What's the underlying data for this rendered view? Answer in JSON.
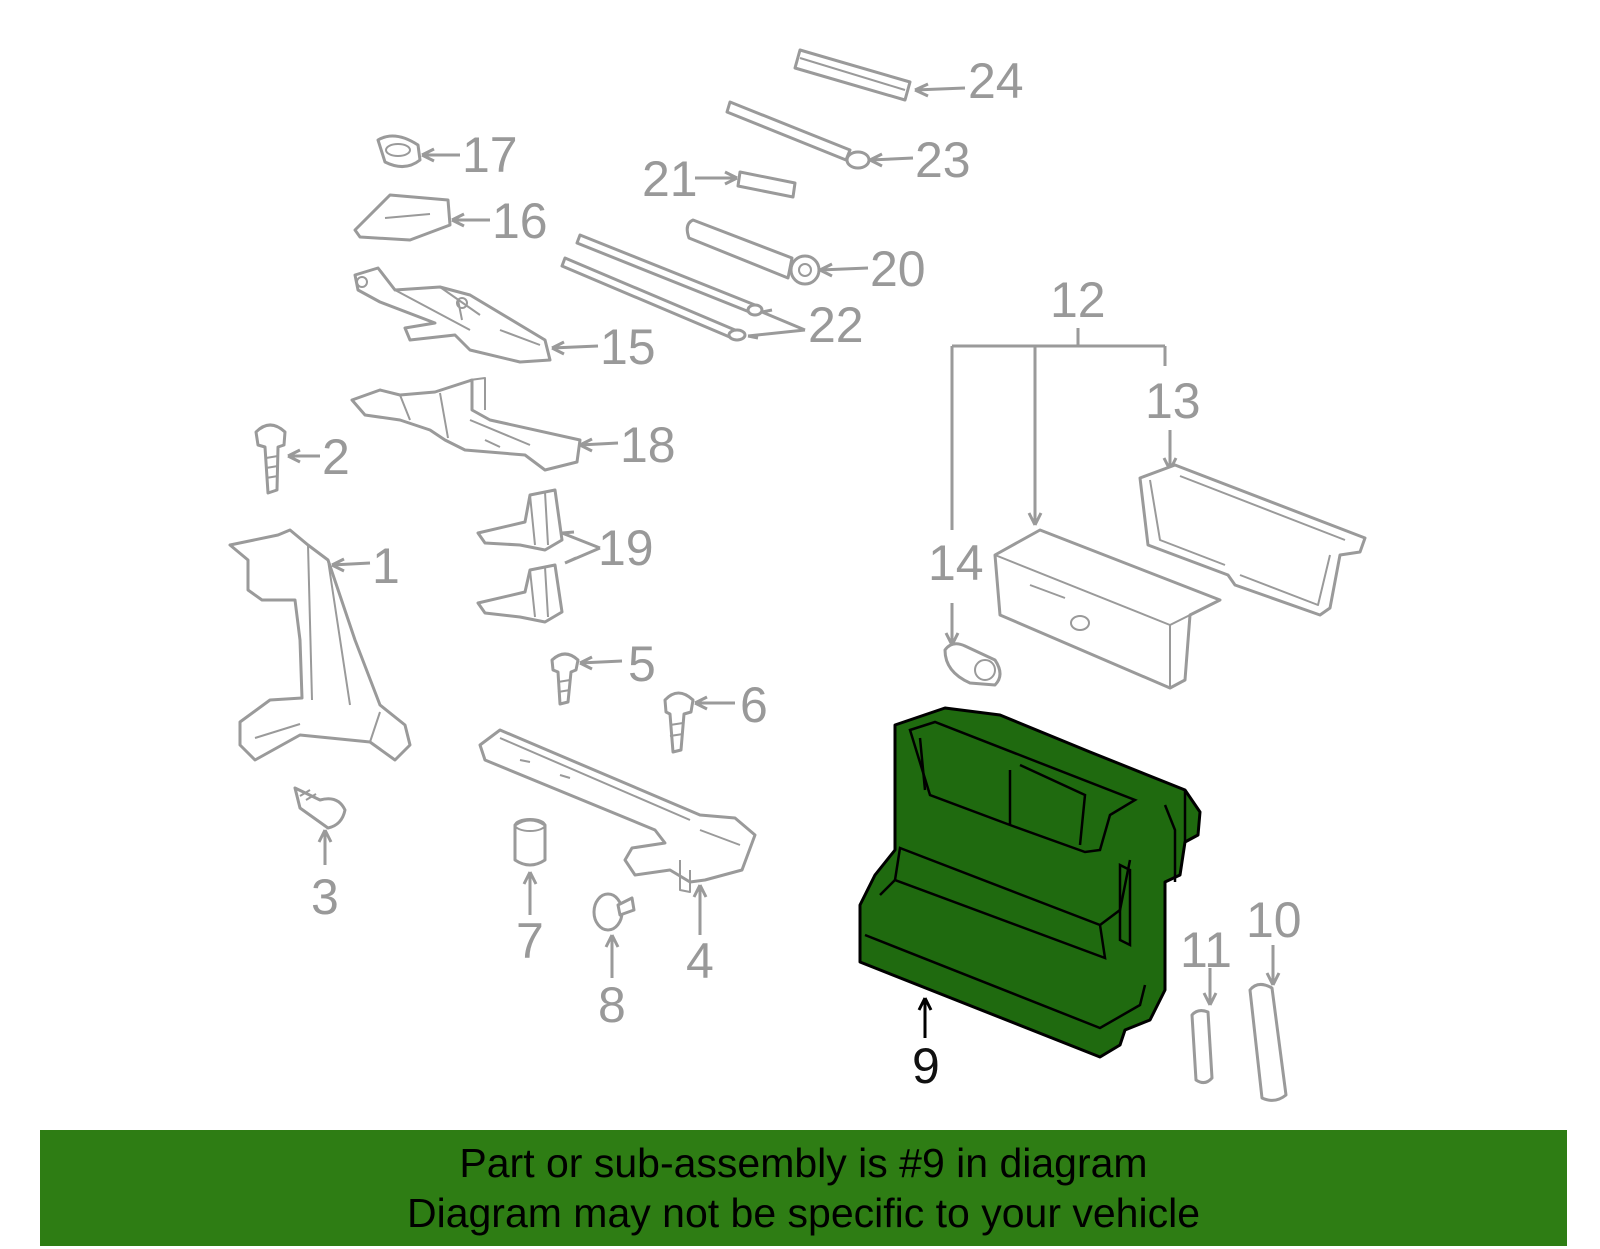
{
  "diagram": {
    "highlighted_part": "9",
    "callouts": {
      "c1": "1",
      "c2": "2",
      "c3": "3",
      "c4": "4",
      "c5": "5",
      "c6": "6",
      "c7": "7",
      "c8": "8",
      "c9": "9",
      "c10": "10",
      "c11": "11",
      "c12": "12",
      "c13": "13",
      "c14": "14",
      "c15": "15",
      "c16": "16",
      "c17": "17",
      "c18": "18",
      "c19": "19",
      "c20": "20",
      "c21": "21",
      "c22": "22",
      "c23": "23",
      "c24": "24"
    },
    "colors": {
      "highlight_fill": "#1f6a0f",
      "banner": "#2e7d14",
      "part_stroke": "#9a9a9a"
    }
  },
  "banner": {
    "line1": "Part or sub-assembly is #9 in diagram",
    "line2": "Diagram may not be specific to your vehicle"
  }
}
